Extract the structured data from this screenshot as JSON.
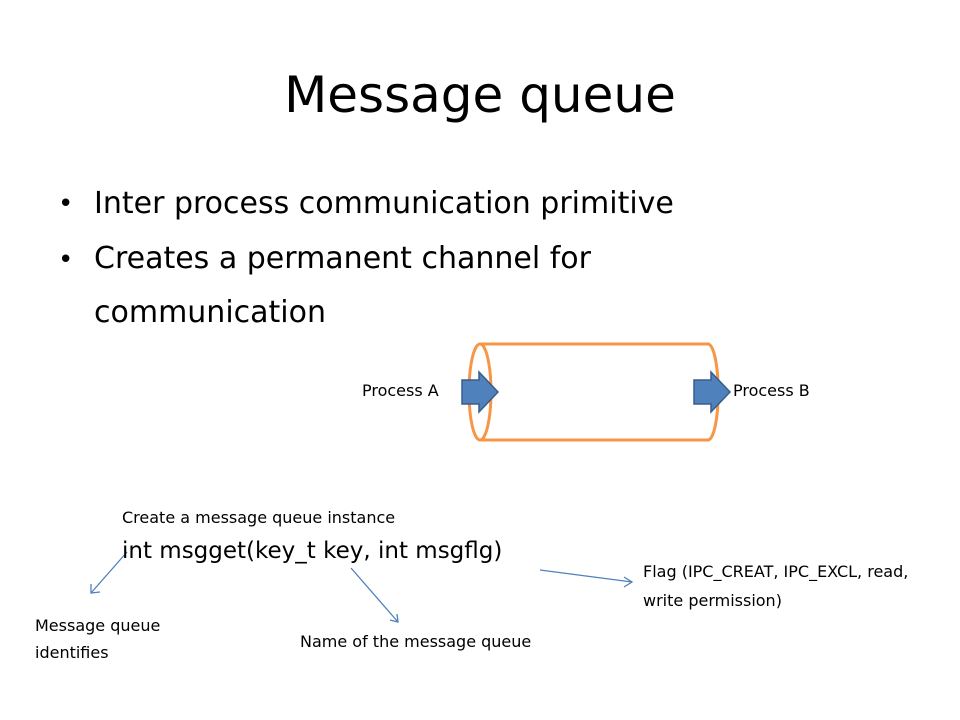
{
  "slide": {
    "title": "Message queue",
    "bullets": [
      "Inter process communication primitive",
      "Creates a permanent channel for communication"
    ]
  },
  "diagram": {
    "process_a": "Process A",
    "process_b": "Process B",
    "pipe_color": "#F79646",
    "arrow_color": "#4F81BD",
    "arrow_border": "#385D8A",
    "callout_line_color": "#4F81BD"
  },
  "api": {
    "caption": "Create a message queue instance",
    "signature": "int msgget(key_t key, int msgflg)",
    "annotations": {
      "return_value": "Message queue identifies",
      "key": "Name of the message queue",
      "flag": "Flag (IPC_CREAT, IPC_EXCL, read, write permission)"
    }
  }
}
